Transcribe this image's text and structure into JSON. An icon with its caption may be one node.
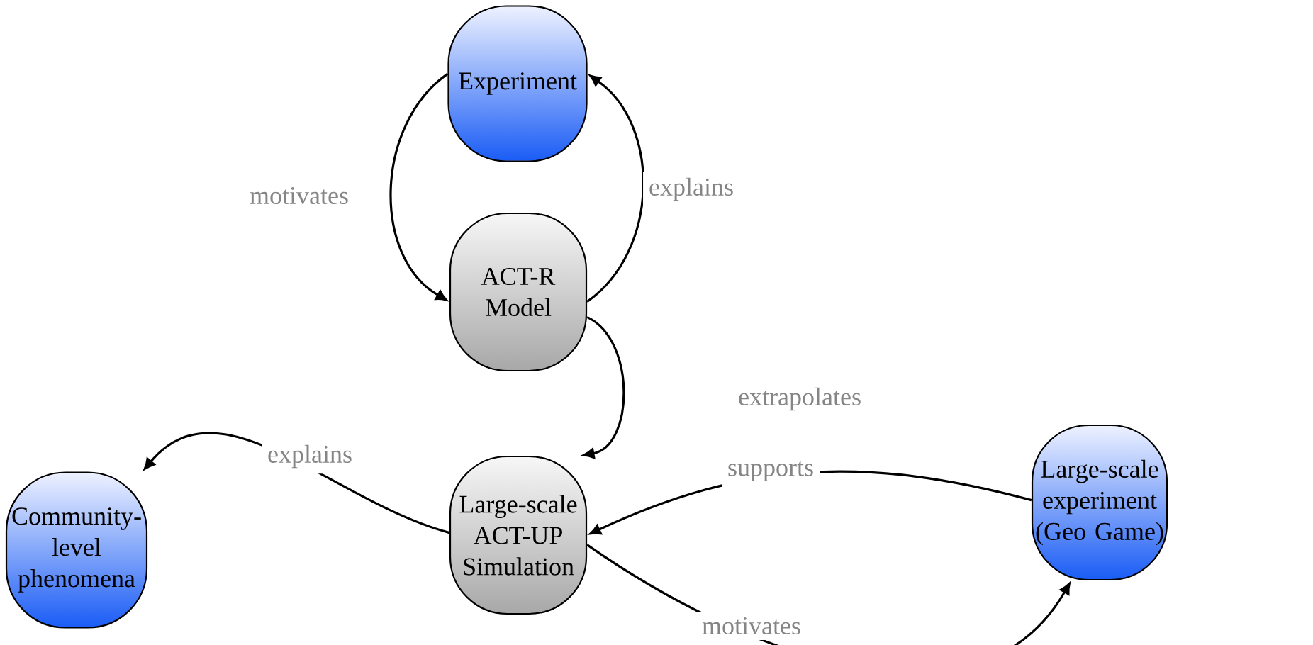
{
  "diagram": {
    "nodes": [
      {
        "text": [
          "Experiment"
        ]
      },
      {
        "text": [
          "ACT-R Model"
        ]
      },
      {
        "text": [
          "Large-scale ACT-UP Simulation"
        ]
      },
      {
        "text": [
          "Community-level phenomena"
        ]
      },
      {
        "text": [
          "Large-scale experiment (Geo Game)"
        ]
      }
    ],
    "edges": [
      {
        "from": 0,
        "to": 1,
        "arrow": "to",
        "label": "motivates"
      },
      {
        "from": 1,
        "to": 0,
        "arrow": "to",
        "label": "explains"
      },
      {
        "from": 1,
        "to": 2,
        "arrow": "to",
        "label": "extrapolates"
      },
      {
        "from": 2,
        "to": 3,
        "arrow": "to",
        "label": "explains"
      },
      {
        "from": 4,
        "to": 2,
        "arrow": "to",
        "label": "supports"
      },
      {
        "from": 2,
        "to": 4,
        "arrow": "to",
        "label": "motivates"
      }
    ]
  }
}
